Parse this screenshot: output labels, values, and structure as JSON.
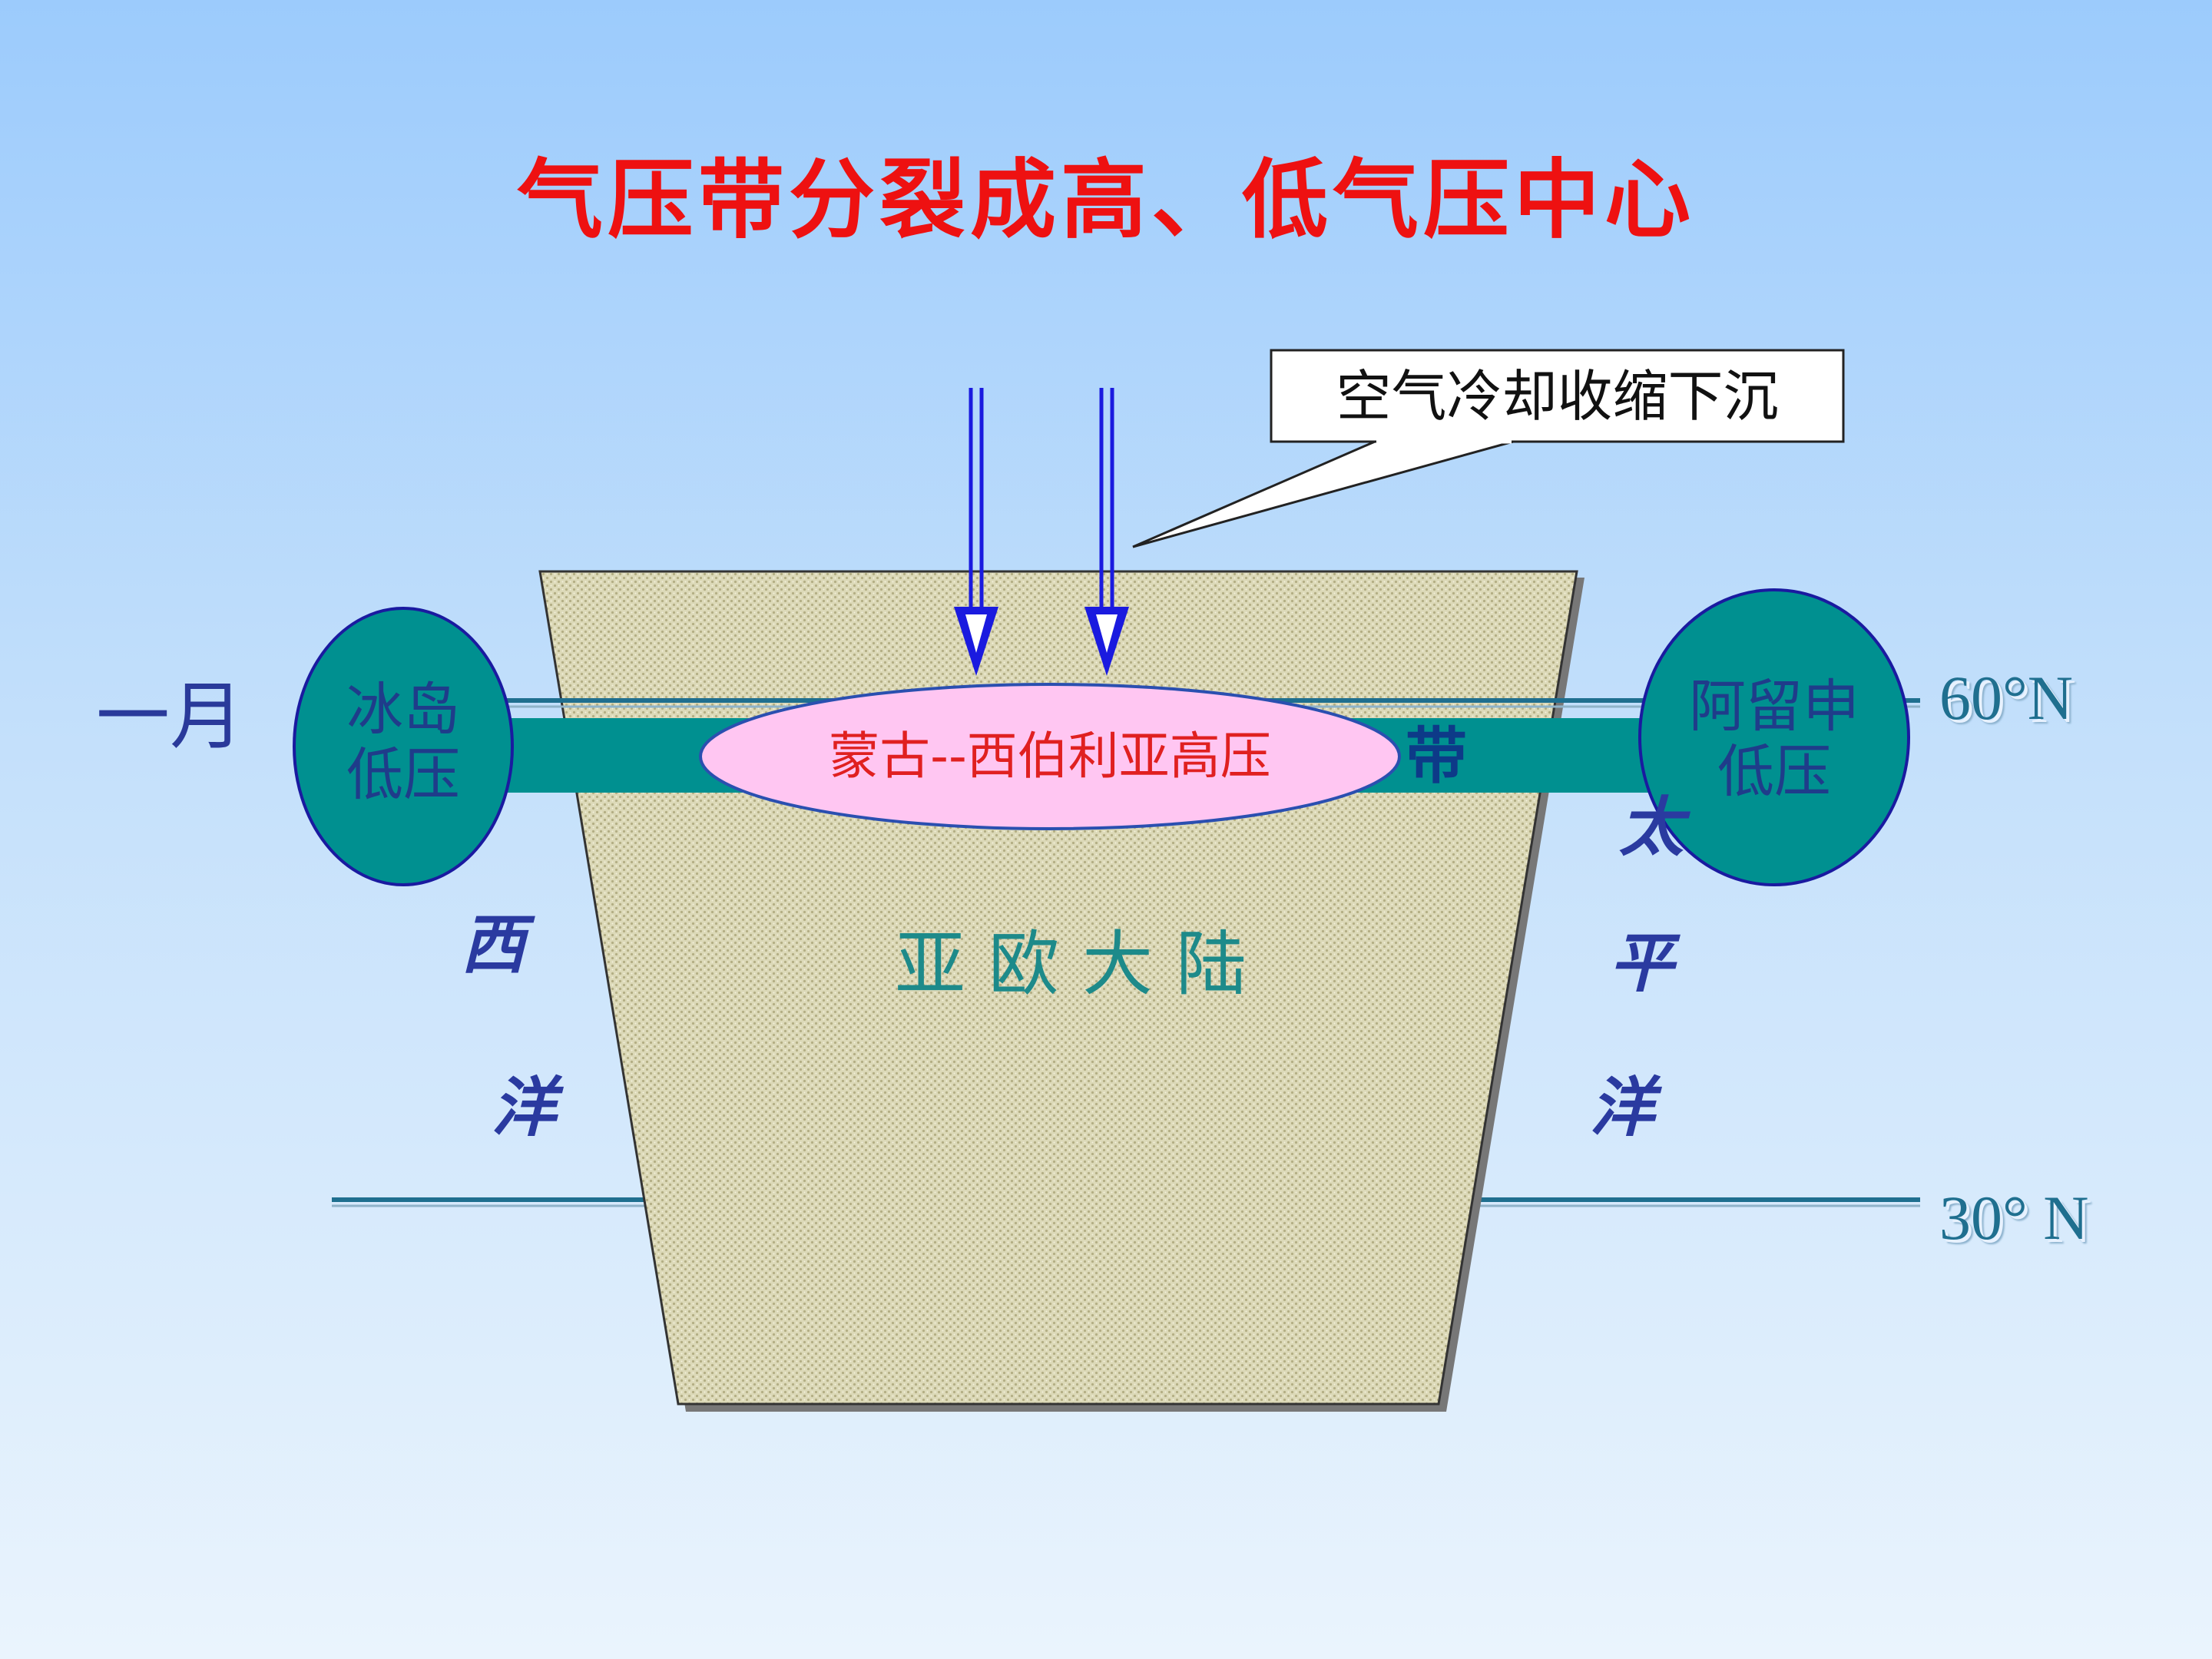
{
  "title": "气压带分裂成高、低气压中心",
  "month": "一月",
  "callout": "空气冷却收缩下沉",
  "lat_60": "60°N",
  "lat_30": "30° N",
  "continent": "亚欧大陆",
  "iceland_low": {
    "line1": "冰岛",
    "line2": "低压"
  },
  "aleutian_low": {
    "line1": "阿留申",
    "line2": "低压"
  },
  "mongolia_high": "蒙古--西伯利亚高压",
  "belt_fragment": "带",
  "atlantic": {
    "char1": "西",
    "char2": "洋"
  },
  "pacific": {
    "char1": "太",
    "char2": "平",
    "char3": "洋"
  },
  "colors": {
    "title": "#ee1111",
    "belt": "#009090",
    "high": "#ffc6f2",
    "arrow": "#1a1adf",
    "land": "#d9d6b4"
  }
}
